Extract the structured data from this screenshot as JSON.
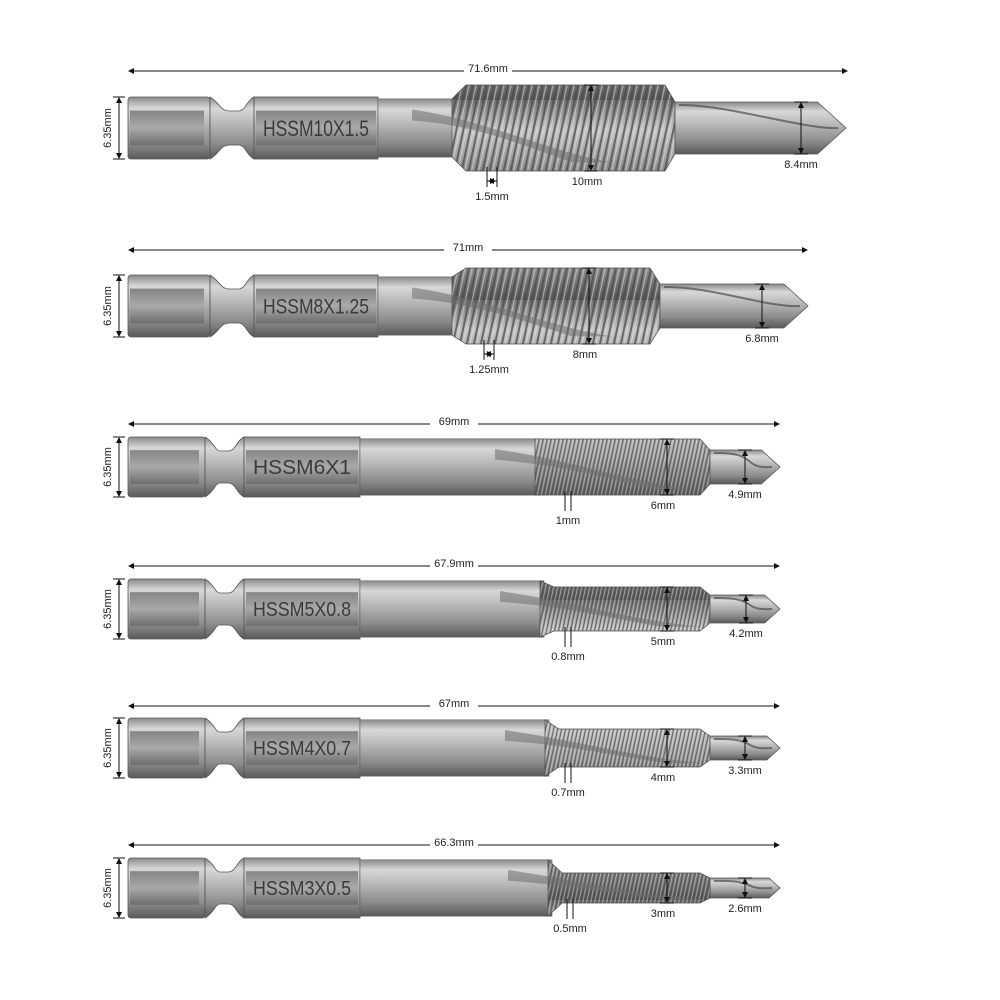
{
  "bits": [
    {
      "label": "HSSM10X1.5",
      "length": "71.6mm",
      "shank": "6.35mm",
      "pitch": "1.5mm",
      "thread": "10mm",
      "drill": "8.4mm"
    },
    {
      "label": "HSSM8X1.25",
      "length": "71mm",
      "shank": "6.35mm",
      "pitch": "1.25mm",
      "thread": "8mm",
      "drill": "6.8mm"
    },
    {
      "label": "HSSM6X1",
      "length": "69mm",
      "shank": "6.35mm",
      "pitch": "1mm",
      "thread": "6mm",
      "drill": "4.9mm"
    },
    {
      "label": "HSSM5X0.8",
      "length": "67.9mm",
      "shank": "6.35mm",
      "pitch": "0.8mm",
      "thread": "5mm",
      "drill": "4.2mm"
    },
    {
      "label": "HSSM4X0.7",
      "length": "67mm",
      "shank": "6.35mm",
      "pitch": "0.7mm",
      "thread": "4mm",
      "drill": "3.3mm"
    },
    {
      "label": "HSSM3X0.5",
      "length": "66.3mm",
      "shank": "6.35mm",
      "pitch": "0.5mm",
      "thread": "3mm",
      "drill": "2.6mm"
    }
  ],
  "colors": {
    "background": "#ffffff",
    "steel_light": "#c9c9c9",
    "steel_mid": "#9a9a9a",
    "steel_dark": "#5e5e5e",
    "dimension_line": "#111111"
  }
}
